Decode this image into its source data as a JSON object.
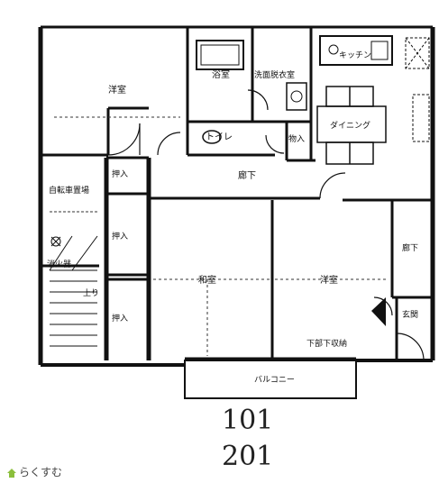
{
  "rooms": {
    "western_top": "洋室",
    "bath": "浴室",
    "washroom": "洗面脱衣室",
    "kitchen": "キッチン",
    "dining": "ダイニング",
    "toilet": "トイレ",
    "storage_small": "物入",
    "closet_1": "押入",
    "closet_2": "押入",
    "closet_3": "押入",
    "hall_center": "廊下",
    "hall_right": "廊下",
    "bike_parking": "自転車置場",
    "stairs_note": "上り",
    "japanese": "和室",
    "western_bottom": "洋室",
    "under_floor_storage": "下部下収納",
    "entrance": "玄関",
    "balcony": "バルコニー",
    "extinguisher": "消火器"
  },
  "units": {
    "line1": "101",
    "line2": "201"
  },
  "watermark": {
    "text": "らくすむ"
  }
}
